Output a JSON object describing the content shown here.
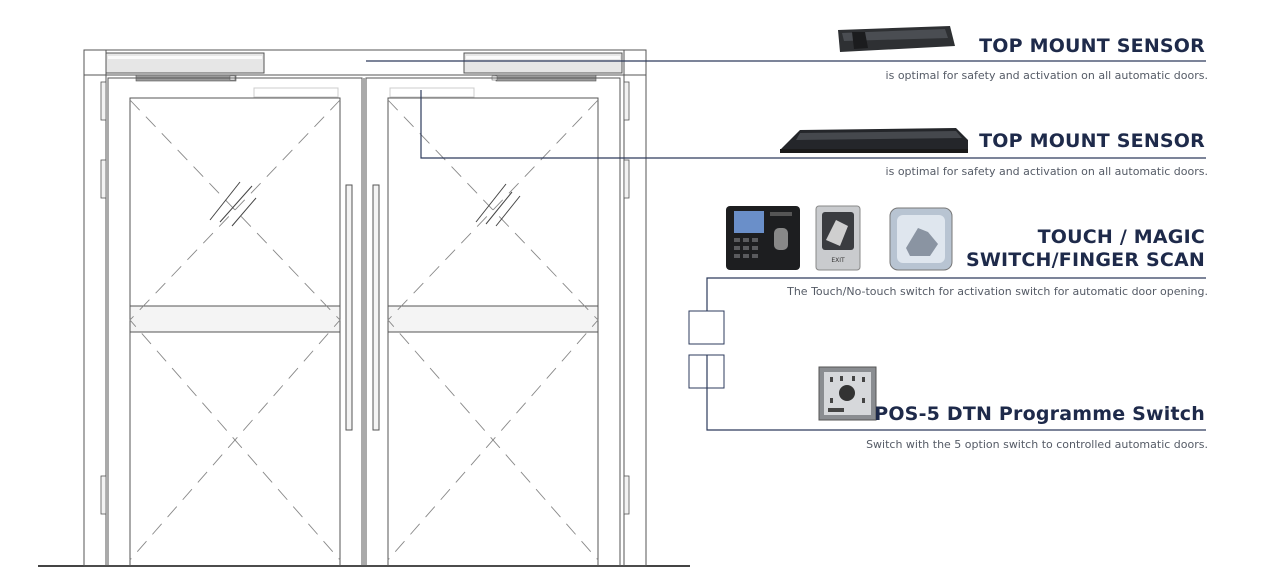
{
  "items": [
    {
      "title": "TOP MOUNT SENSOR",
      "description": "is optimal for safety and activation on all automatic doors."
    },
    {
      "title": "TOP MOUNT SENSOR",
      "description": "is optimal for safety and activation on all automatic doors."
    },
    {
      "title_lines": [
        "TOUCH / MAGIC",
        "SWITCH/FINGER SCAN"
      ],
      "description": "The Touch/No-touch switch for activation switch for automatic door opening."
    },
    {
      "title": "POS-5 DTN Programme Switch",
      "description": "Switch with the 5 option switch to controlled automatic doors.",
      "switch_label": "EXIT"
    }
  ],
  "colors": {
    "title": "#1e2a4a",
    "leader": "#2d3b5c",
    "drawing": "#666666"
  }
}
